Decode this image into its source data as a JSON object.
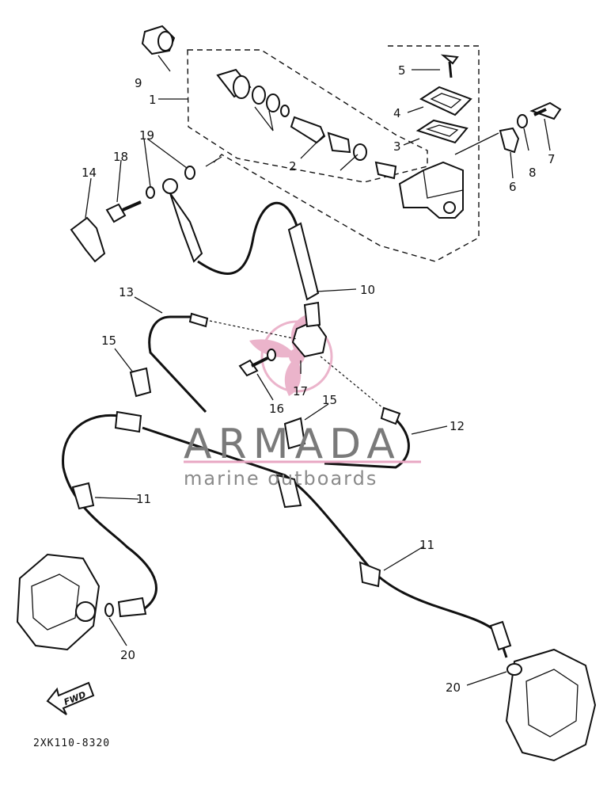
{
  "callouts": [
    {
      "id": "c1",
      "text": "1"
    },
    {
      "id": "c2",
      "text": "2"
    },
    {
      "id": "c3",
      "text": "3"
    },
    {
      "id": "c4",
      "text": "4"
    },
    {
      "id": "c5",
      "text": "5"
    },
    {
      "id": "c6",
      "text": "6"
    },
    {
      "id": "c7",
      "text": "7"
    },
    {
      "id": "c8",
      "text": "8"
    },
    {
      "id": "c9",
      "text": "9"
    },
    {
      "id": "c10",
      "text": "10"
    },
    {
      "id": "c11a",
      "text": "11"
    },
    {
      "id": "c11b",
      "text": "11"
    },
    {
      "id": "c12",
      "text": "12"
    },
    {
      "id": "c13",
      "text": "13"
    },
    {
      "id": "c14",
      "text": "14"
    },
    {
      "id": "c15a",
      "text": "15"
    },
    {
      "id": "c15b",
      "text": "15"
    },
    {
      "id": "c16",
      "text": "16"
    },
    {
      "id": "c17",
      "text": "17"
    },
    {
      "id": "c18",
      "text": "18"
    },
    {
      "id": "c19",
      "text": "19"
    },
    {
      "id": "c20a",
      "text": "20"
    },
    {
      "id": "c20b",
      "text": "20"
    }
  ],
  "diagram_code": "2XK110-8320",
  "fwd_label": "FWD",
  "watermark": {
    "title": "ARMADA",
    "subtitle": "marine outboards",
    "logo_color": "#e8a7c3"
  }
}
